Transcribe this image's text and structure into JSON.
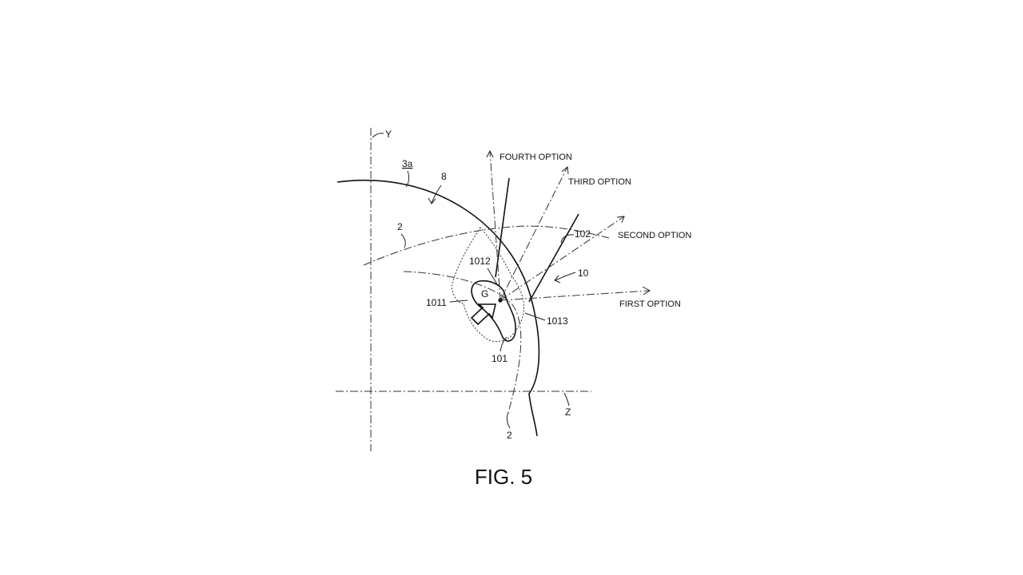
{
  "figure": {
    "caption": "FIG. 5",
    "labels": {
      "y_axis": "Y",
      "z_axis": "Z",
      "ref_3a": "3a",
      "ref_8": "8",
      "ref_2_top": "2",
      "ref_2_bottom": "2",
      "ref_10": "10",
      "ref_101": "101",
      "ref_102": "102",
      "ref_1011": "1011",
      "ref_1012": "1012",
      "ref_1013": "1013",
      "point_g": "G"
    },
    "options": {
      "first": "FIRST OPTION",
      "second": "SECOND OPTION",
      "third": "THIRD OPTION",
      "fourth": "FOURTH OPTION"
    }
  }
}
